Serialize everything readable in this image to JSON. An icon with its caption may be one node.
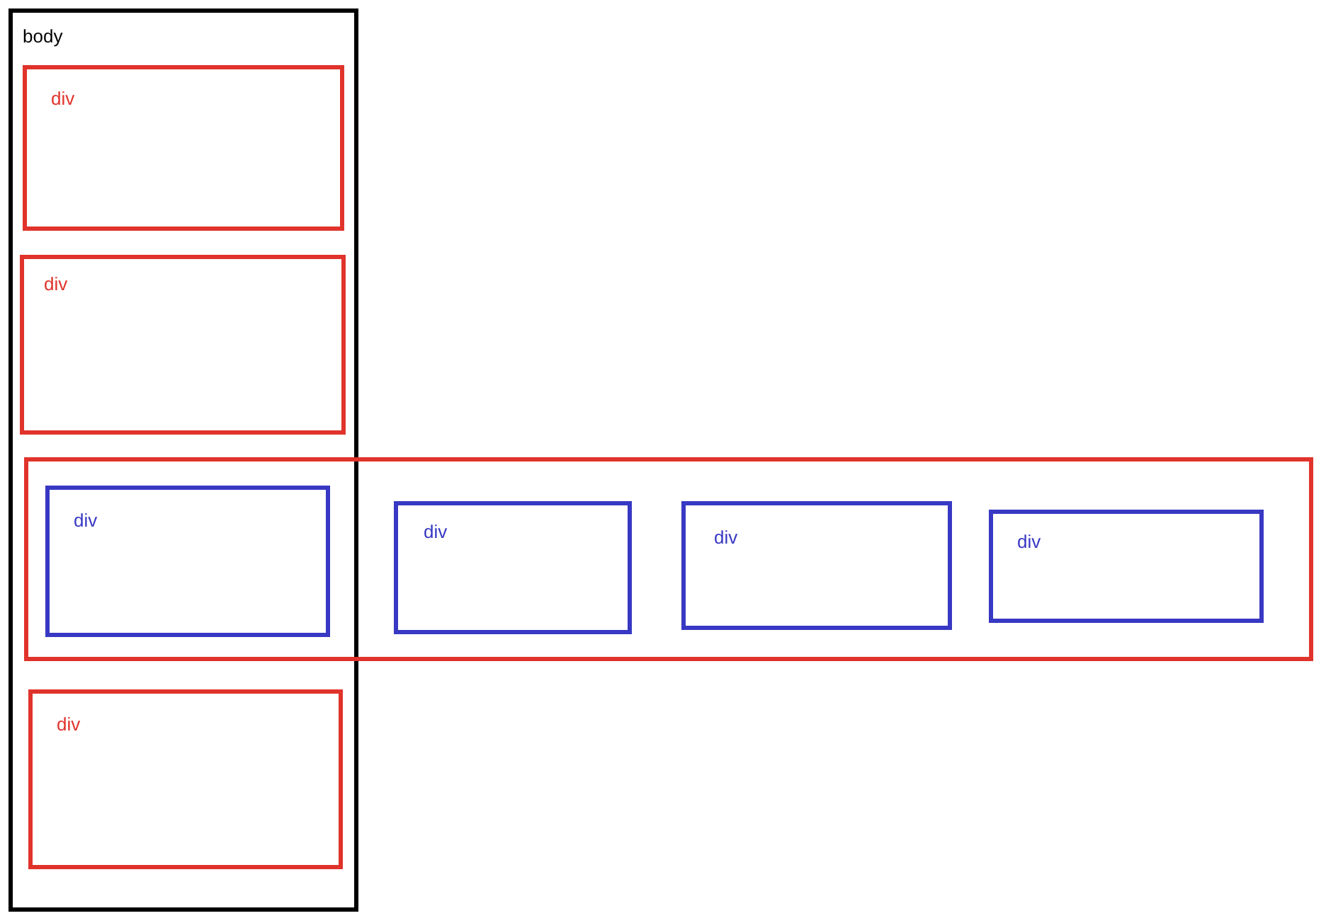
{
  "diagram": {
    "nodes": [
      {
        "text": [
          "body"
        ]
      },
      {
        "text": [
          "div"
        ],
        "in": 0
      },
      {
        "text": [
          "div"
        ],
        "in": 0
      },
      {
        "text": [],
        "shape": "box"
      },
      {
        "text": [
          "div"
        ]
      },
      {
        "text": [
          "div"
        ],
        "in": 3
      },
      {
        "text": [
          "div"
        ],
        "in": 3
      },
      {
        "text": [
          "div"
        ],
        "in": 3
      },
      {
        "text": [
          "div"
        ],
        "in": 0
      }
    ]
  }
}
